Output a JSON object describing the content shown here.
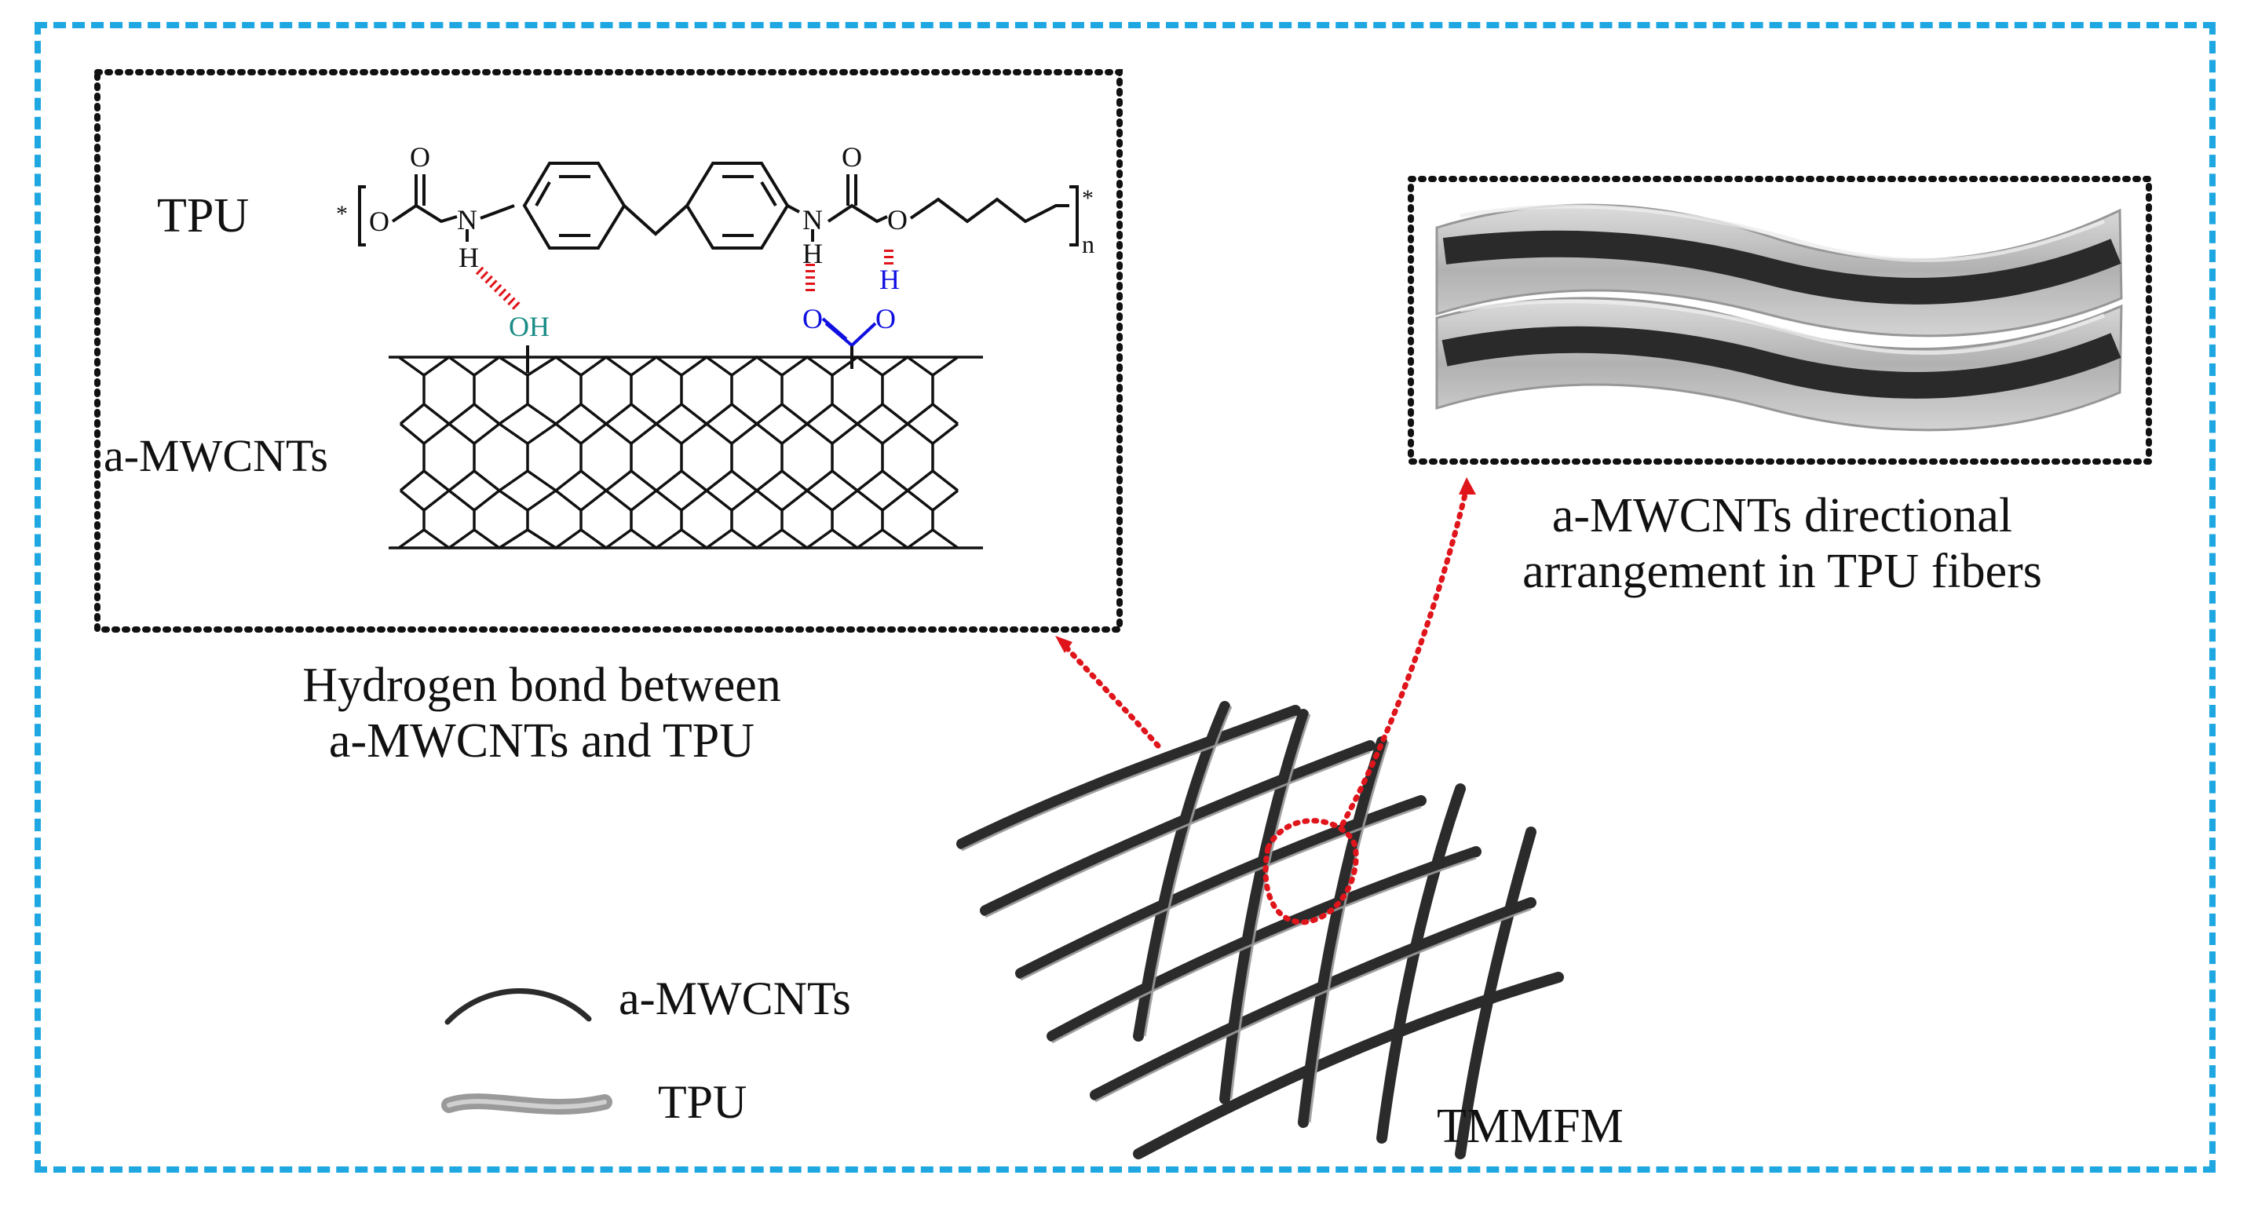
{
  "panel_left": {
    "tpu_label": "TPU",
    "cnt_label": "a-MWCNTs",
    "caption_line1": "Hydrogen bond between",
    "caption_line2": "a-MWCNTs and TPU",
    "atoms": {
      "star_left": "*",
      "star_right": "*",
      "n_sub": "n",
      "o1_top": "O",
      "o1_chain": "O",
      "n1": "N",
      "h1": "H",
      "n2": "N",
      "h2": "H",
      "o2_top": "O",
      "o2_chain": "O",
      "oh": "OH",
      "cooh_o_left": "O",
      "cooh_o_right": "O",
      "cooh_h": "H"
    }
  },
  "panel_right": {
    "caption_line1": "a-MWCNTs directional",
    "caption_line2": "arrangement in TPU fibers"
  },
  "mesh_label": "TMMFM",
  "legend": [
    {
      "label": "a-MWCNTs",
      "icon": "dark-curve-icon"
    },
    {
      "label": "TPU",
      "icon": "gray-band-icon"
    }
  ],
  "colors": {
    "frame": "#1ea7e1",
    "hbond": "#e0141b",
    "hydroxyl": "#1a8c86",
    "carboxyl": "#1010e0",
    "pointer": "#e0141b"
  }
}
